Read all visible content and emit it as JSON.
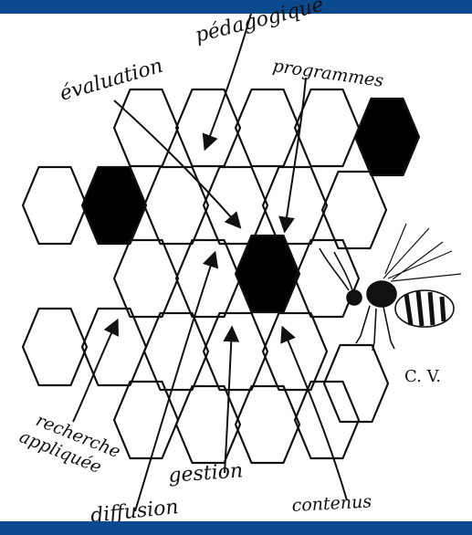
{
  "labels": {
    "pedagogique": "pédagogique",
    "evaluation": "évaluation",
    "programmes": "programmes",
    "recherche_line1": "recherche",
    "recherche_line2": "appliquée",
    "gestion": "gestion",
    "diffusion": "diffusion",
    "contenus": "contenus",
    "signature": "C. V."
  },
  "colors": {
    "bar": "#0b4a8f",
    "ink": "#111111",
    "filled_cell": "#000000"
  }
}
